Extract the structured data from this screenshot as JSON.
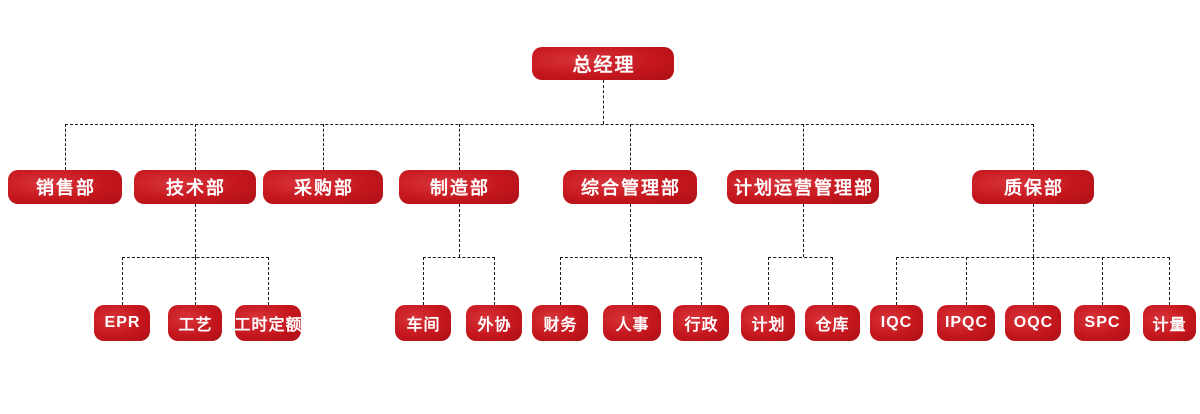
{
  "org": {
    "colors": {
      "node_fill": "#c5161d",
      "node_fill_light": "#d8343a",
      "node_fill_dark": "#ad1017",
      "node_text": "#ffffff",
      "connector": "#1a1a1a",
      "background": "#ffffff"
    },
    "nodes": [
      {
        "id": "general-manager",
        "label": "总经理",
        "parent": null
      },
      {
        "id": "sales-dept",
        "label": "销售部",
        "parent": "general-manager"
      },
      {
        "id": "tech-dept",
        "label": "技术部",
        "parent": "general-manager"
      },
      {
        "id": "purchasing-dept",
        "label": "采购部",
        "parent": "general-manager"
      },
      {
        "id": "manufacturing-dept",
        "label": "制造部",
        "parent": "general-manager"
      },
      {
        "id": "general-admin-dept",
        "label": "综合管理部",
        "parent": "general-manager"
      },
      {
        "id": "plan-ops-dept",
        "label": "计划运营管理部",
        "parent": "general-manager"
      },
      {
        "id": "qa-dept",
        "label": "质保部",
        "parent": "general-manager"
      },
      {
        "id": "epr",
        "label": "EPR",
        "parent": "tech-dept"
      },
      {
        "id": "process",
        "label": "工艺",
        "parent": "tech-dept"
      },
      {
        "id": "labor-quota",
        "label": "工时定额",
        "parent": "tech-dept"
      },
      {
        "id": "workshop",
        "label": "车间",
        "parent": "manufacturing-dept"
      },
      {
        "id": "outsourcing",
        "label": "外协",
        "parent": "manufacturing-dept"
      },
      {
        "id": "finance",
        "label": "财务",
        "parent": "general-admin-dept"
      },
      {
        "id": "hr",
        "label": "人事",
        "parent": "general-admin-dept"
      },
      {
        "id": "administration",
        "label": "行政",
        "parent": "general-admin-dept"
      },
      {
        "id": "planning",
        "label": "计划",
        "parent": "plan-ops-dept"
      },
      {
        "id": "warehouse",
        "label": "仓库",
        "parent": "plan-ops-dept"
      },
      {
        "id": "iqc",
        "label": "IQC",
        "parent": "qa-dept"
      },
      {
        "id": "ipqc",
        "label": "IPQC",
        "parent": "qa-dept"
      },
      {
        "id": "oqc",
        "label": "OQC",
        "parent": "qa-dept"
      },
      {
        "id": "spc",
        "label": "SPC",
        "parent": "qa-dept"
      },
      {
        "id": "metrology",
        "label": "计量",
        "parent": "qa-dept"
      }
    ]
  }
}
